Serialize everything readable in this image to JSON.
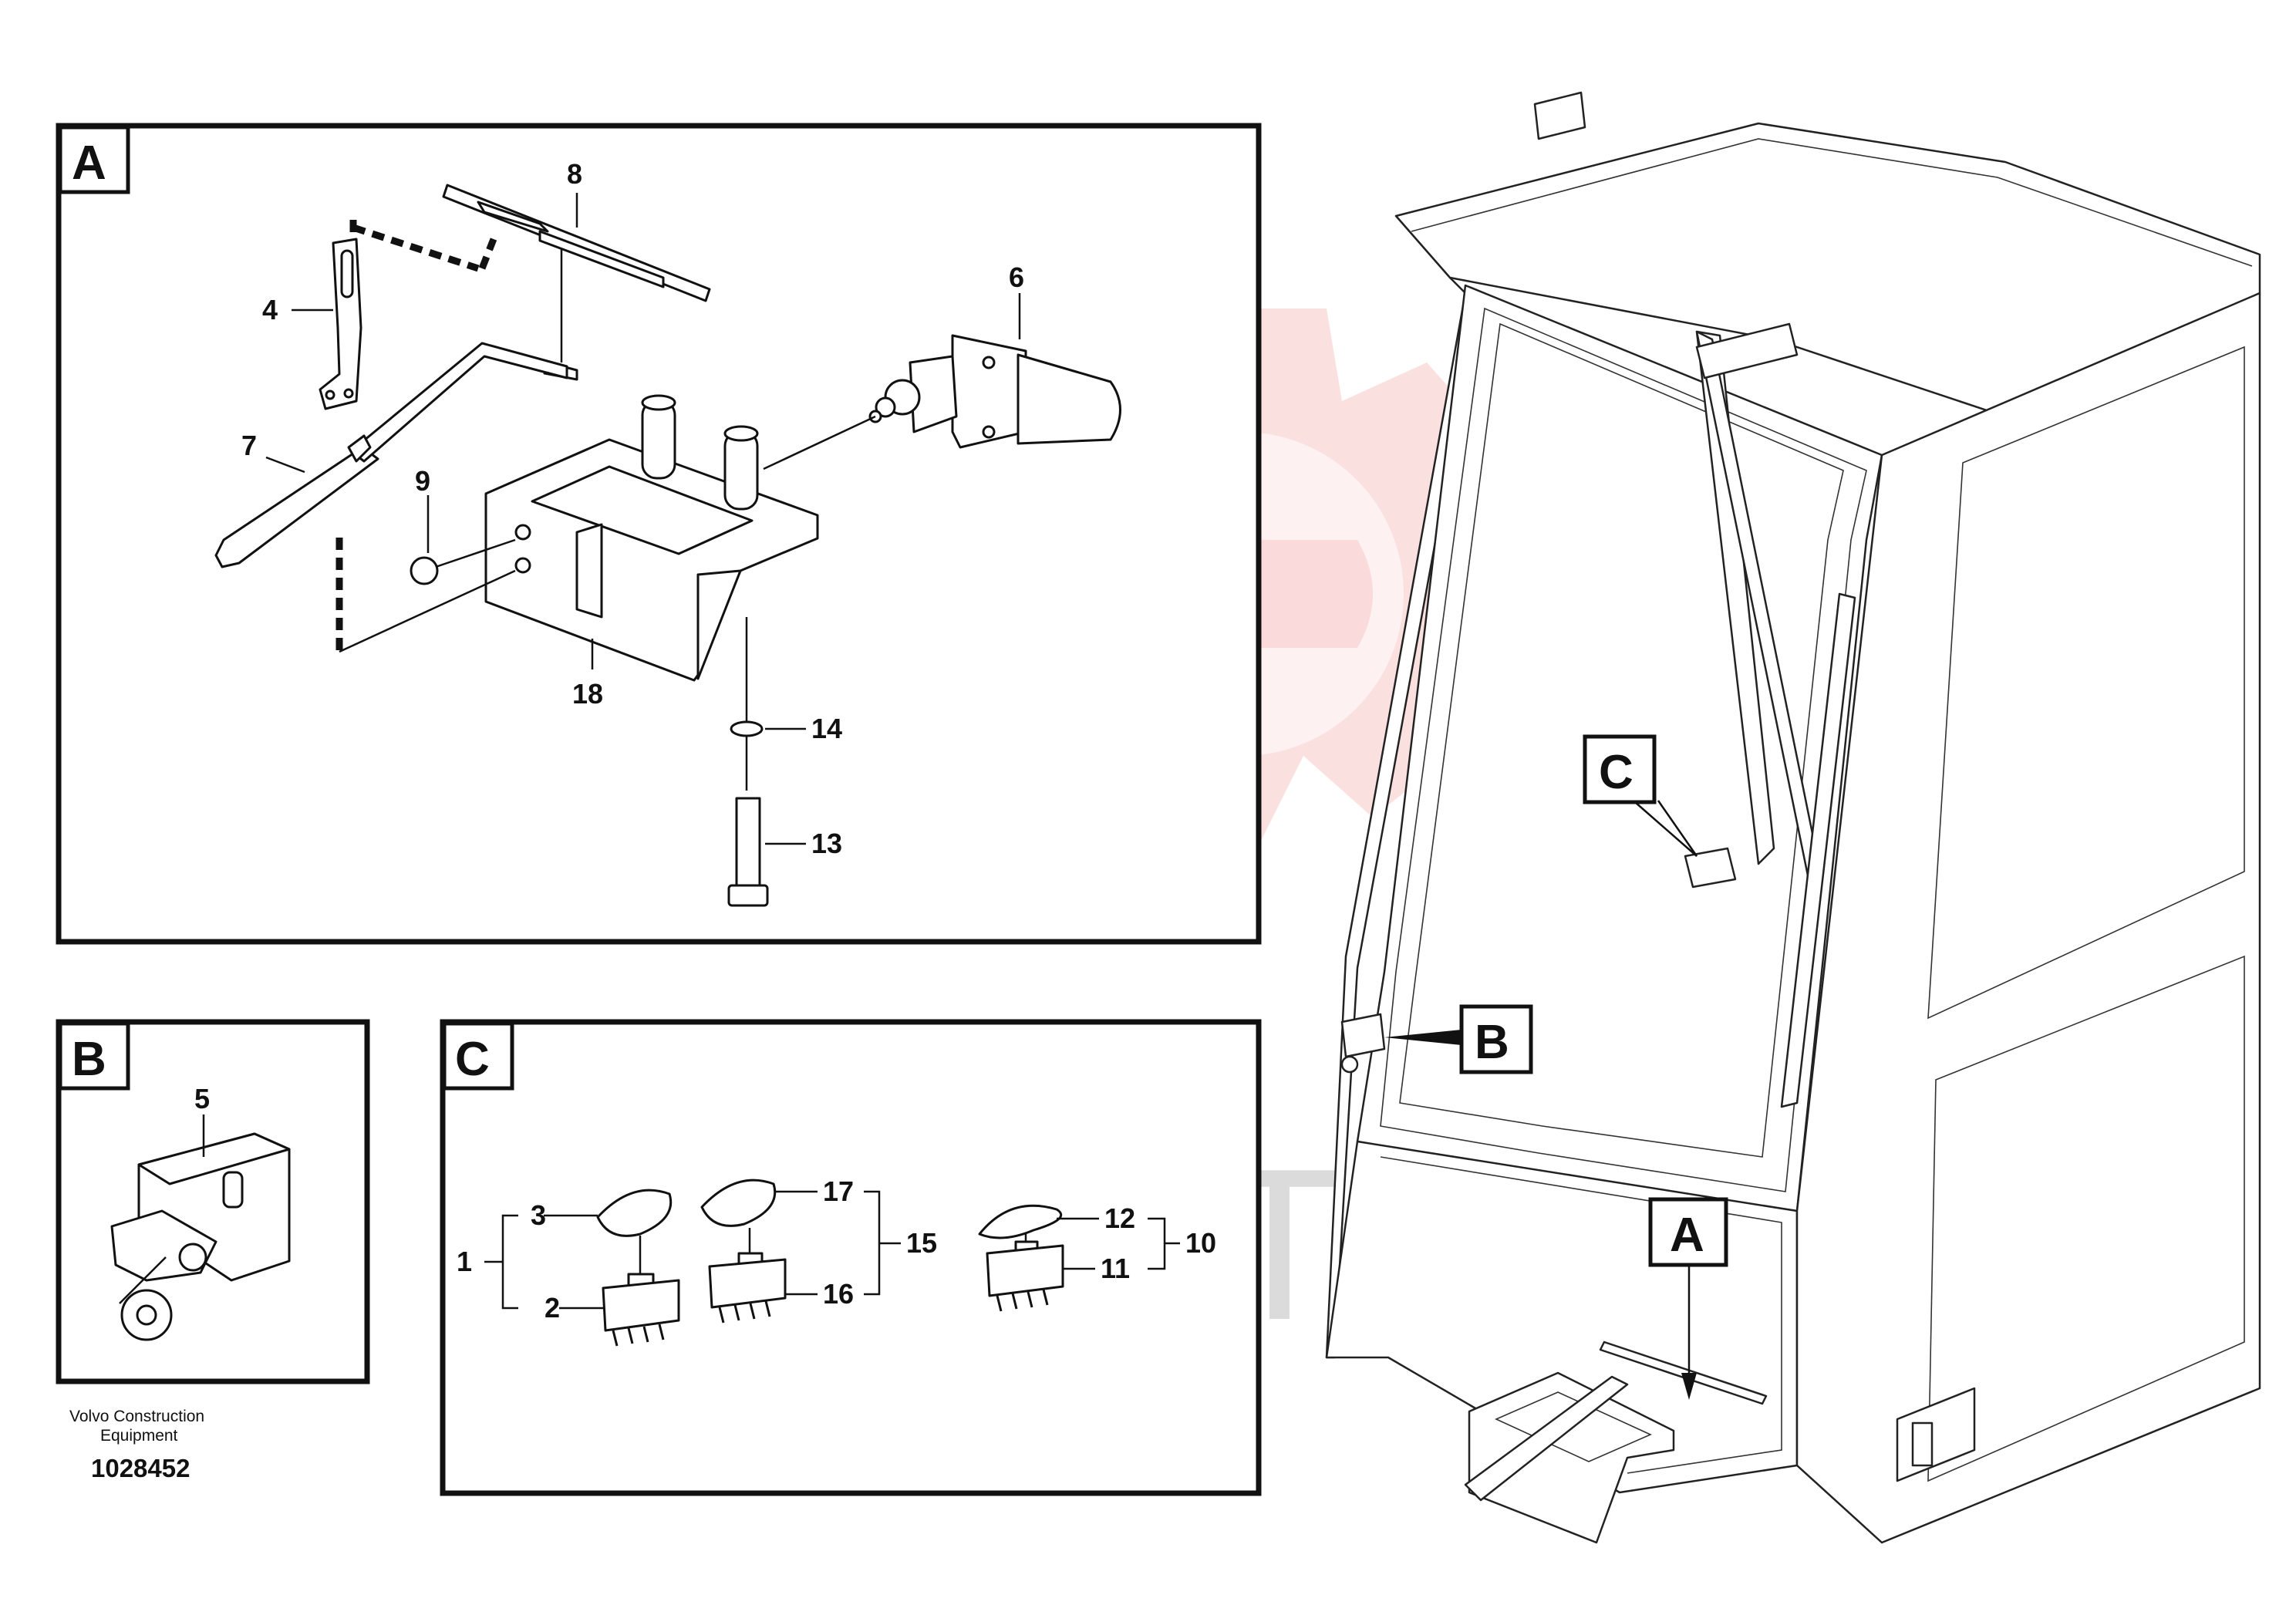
{
  "panels": {
    "a": {
      "tag": "A",
      "labels": {
        "l8": "8",
        "l4": "4",
        "l6": "6",
        "l7": "7",
        "l9": "9",
        "l18": "18",
        "l14": "14",
        "l13": "13"
      }
    },
    "b": {
      "tag": "B",
      "labels": {
        "l5": "5"
      }
    },
    "c": {
      "tag": "C",
      "labels": {
        "l3": "3",
        "l1": "1",
        "l2": "2",
        "l17": "17",
        "l15": "15",
        "l16": "16",
        "l12": "12",
        "l10": "10",
        "l11": "11"
      }
    }
  },
  "callouts": {
    "c": "C",
    "b": "B",
    "a": "A"
  },
  "footer": {
    "line1": "Volvo Construction",
    "line2": "Equipment",
    "ref": "1028452"
  },
  "watermark": {
    "text": "ИНТЕХ"
  },
  "icons": {
    "logo": "gear-logo-watermark"
  }
}
